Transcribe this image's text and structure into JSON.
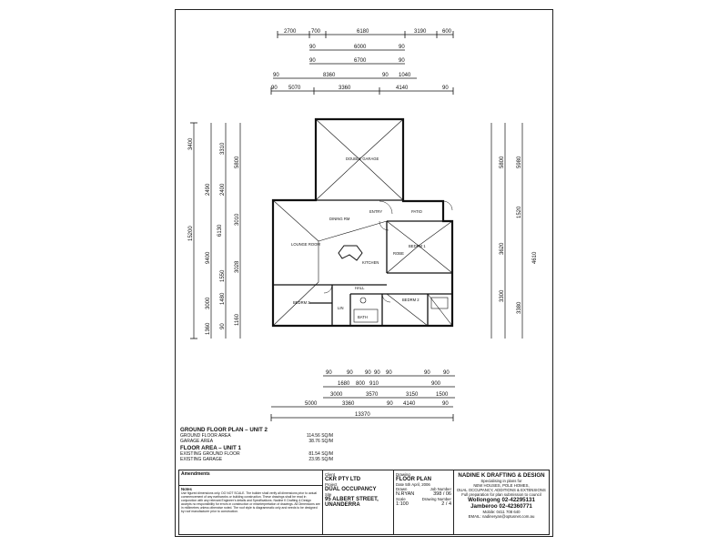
{
  "dims": {
    "top_r1": [
      "2700",
      "700",
      "6180",
      "3190",
      "600"
    ],
    "top_r2": [
      "90",
      "6000",
      "90"
    ],
    "top_r3": [
      "90",
      "6700",
      "90"
    ],
    "top_r4": [
      "90",
      "8360",
      "90",
      "1040"
    ],
    "top_r5": [
      "90",
      "5070",
      "3360",
      "4140",
      "90"
    ],
    "bot_r1": [
      "90",
      "90",
      "90",
      "90",
      "90",
      "90",
      "90"
    ],
    "bot_r2": [
      "1680",
      "800",
      "910",
      "900"
    ],
    "bot_r3": [
      "3000",
      "3570",
      "3150",
      "1500"
    ],
    "bot_r4": [
      "5000",
      "3360",
      "90",
      "4140",
      "90"
    ],
    "bot_r5": [
      "13370"
    ],
    "left_c1": [
      "3400",
      "2490",
      "9400",
      "3000",
      "1360"
    ],
    "left_c2": [
      "3310",
      "2400",
      "1480",
      "1550",
      "90"
    ],
    "left_c3": [
      "5800",
      "3010",
      "6130",
      "3028",
      "1160"
    ],
    "left_total": "15200",
    "right_c1": [
      "5800",
      "3620",
      "3300",
      "3380"
    ],
    "right_c2": [
      "5980",
      "1520",
      "4610"
    ]
  },
  "rooms": {
    "garage": "DOUBLE GARAGE",
    "dining": "DINING RM",
    "entry": "ENTRY",
    "patio": "PATIO",
    "lounge": "LOUNGE ROOM",
    "kitchen": "KITCHEN",
    "bed1": "BEDRM 1",
    "hall": "HALL",
    "bed2": "BEDRM 2",
    "bed3": "BEDRM 3",
    "bath": "BATH",
    "robe": "ROBE",
    "lin": "LIN"
  },
  "areas": {
    "unit2_title": "GROUND FLOOR PLAN – UNIT 2",
    "u2_ground_label": "GROUND FLOOR AREA",
    "u2_ground_value": "114.56 SQ/M",
    "u2_garage_label": "GARAGE AREA",
    "u2_garage_value": "38.76 SQ/M",
    "unit1_title": "FLOOR AREA – UNIT 1",
    "u1_ground_label": "EXISTING GROUND FLOOR",
    "u1_ground_value": "81.54 SQ/M",
    "u1_garage_label": "EXISTING GARAGE",
    "u1_garage_value": "23.95 SQ/M"
  },
  "title_block": {
    "amendments_label": "Amendments",
    "notes_label": "Notes",
    "notes_text": "Use figured dimensions only. DO NOT SCALE. The builder shall verify all dimensions prior to actual commencement of any earthworks or building construction. These drawings shall be read in conjunction with any relevant Engineer's details and Specifications. Nadine K Drafting & Design accepts no responsibility for errors in construction or misinterpretation of drawings. All Dimensions are in millimetres unless otherwise noted. The roof style is diagrammatic only and needs to be designed by roof manufacturer prior to construction.",
    "client_label": "Client",
    "client": "CKR PTY LTD",
    "project_label": "Project",
    "project": "DUAL OCCUPANCY",
    "site_label": "Site",
    "site_line1": "95 ALBERT STREET,",
    "site_line2": "UNANDERRA",
    "drawing_label": "Drawing",
    "drawing": "FLOOR PLAN",
    "date_label": "Date",
    "date": "5th April, 2006",
    "drawn_label": "Drawn",
    "drawn": "N.RYAN",
    "jobno_label": "Job Number",
    "jobno": "398 / 06",
    "scale_label": "Scale",
    "scale": "1:100",
    "drgno_label": "Drawing Number",
    "drgno": "2 / 4",
    "company": "NADINE K DRAFTING & DESIGN",
    "tag1": "Specialising in plans for",
    "tag2": "NEW HOUSES, POLE HOMES,",
    "tag3": "DUAL OCCUPANCY, ADDITIONS & EXTENSIONS",
    "tag4": "Full preparation for plan submission to council",
    "office1_label": "Wollongong",
    "office1_phone": "02-42295131",
    "office2_label": "Jamberoo",
    "office2_phone": "02-42360771",
    "mobile": "Mobile: 0411 708 640",
    "email": "EMAIL: nadineryan@optusnet.com.au"
  }
}
